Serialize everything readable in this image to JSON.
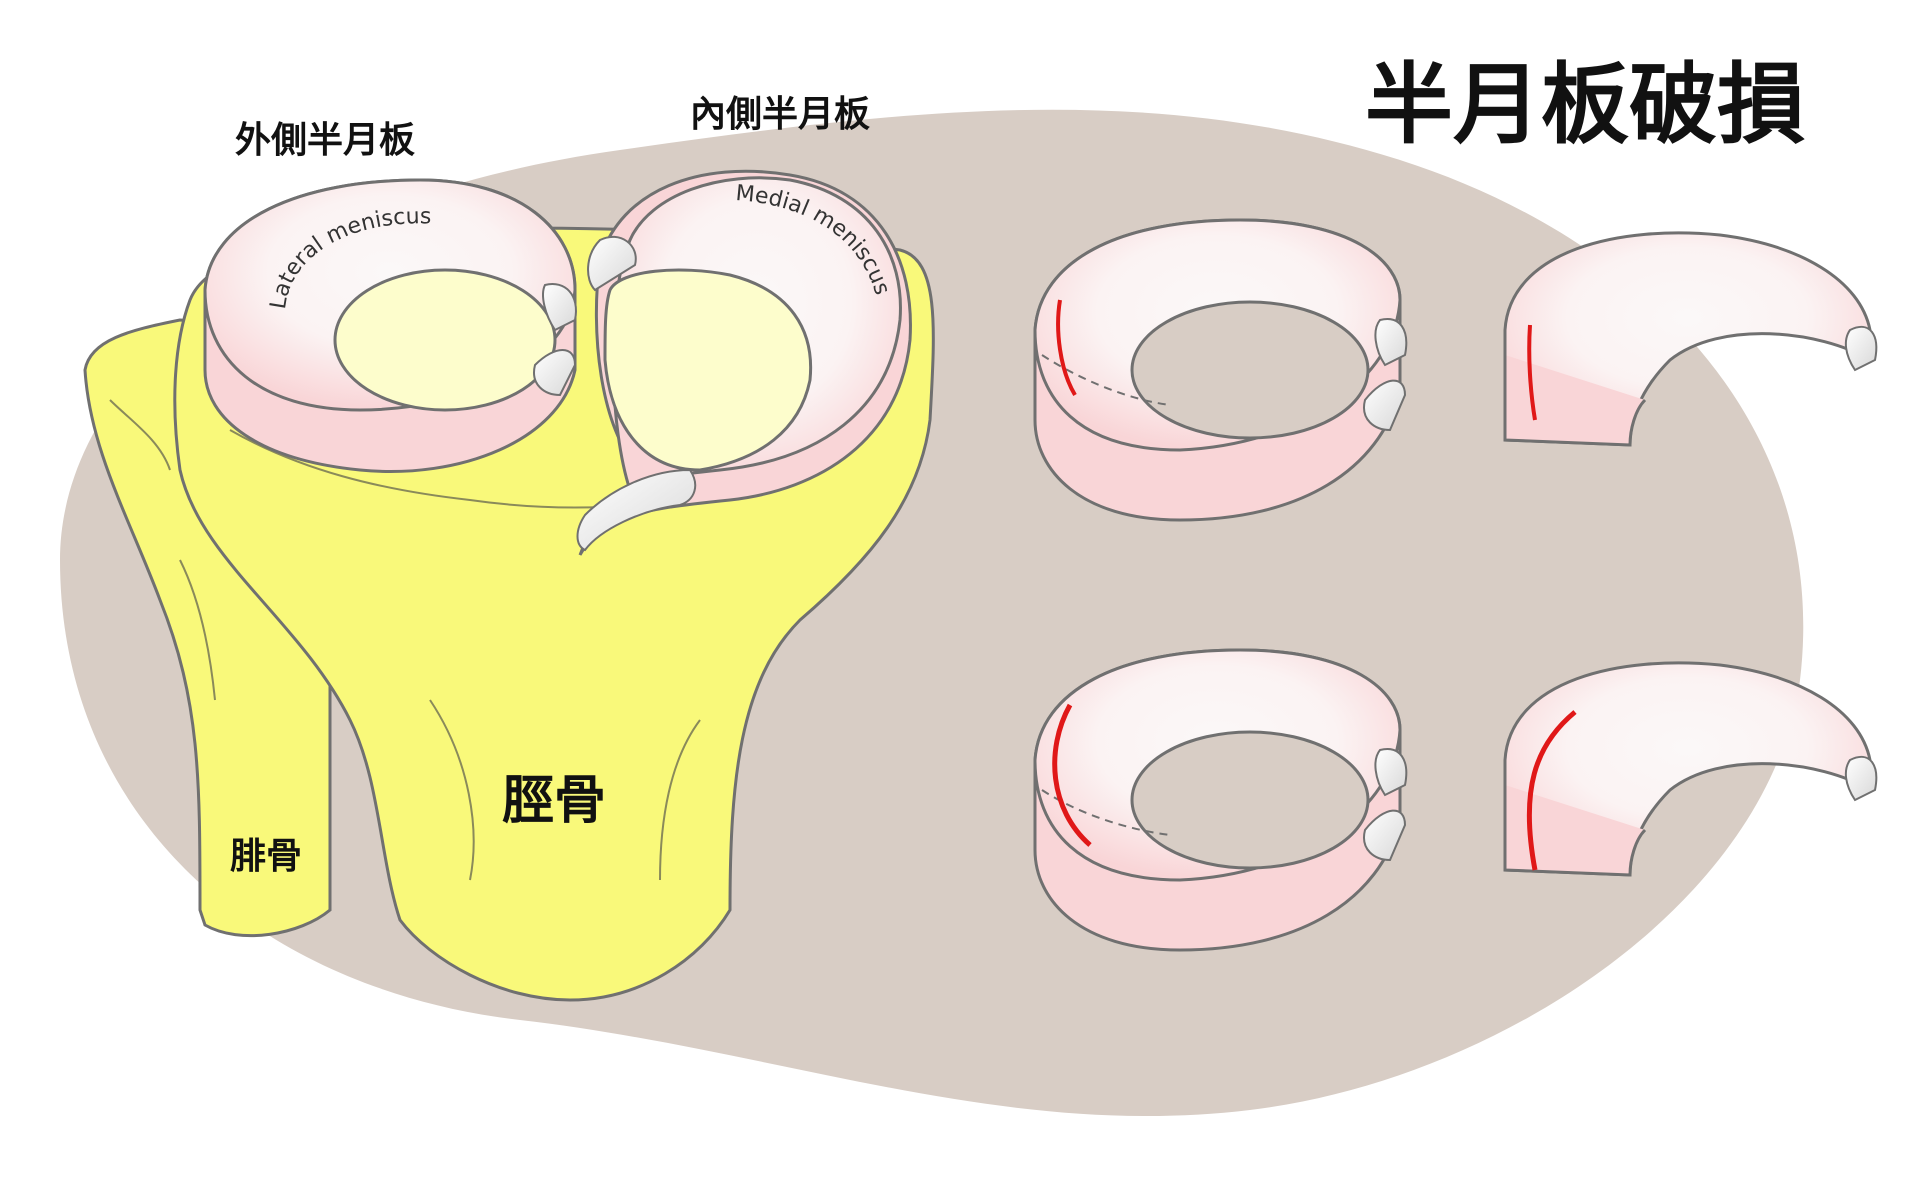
{
  "title": "半月板破損",
  "labels": {
    "lateral_meniscus_zh": "外側半月板",
    "medial_meniscus_zh": "內側半月板",
    "lateral_meniscus_en": "Lateral meniscus",
    "medial_meniscus_en": "Medial meniscus",
    "tibia": "脛骨",
    "fibula": "腓骨"
  },
  "colors": {
    "background_blob": "#d8cdc5",
    "bone": "#f9f97a",
    "bone_highlight": "#fdfdcc",
    "meniscus": "#f9d5d7",
    "meniscus_light": "#fbf8f8",
    "outline": "#707070",
    "tear": "#e01818"
  },
  "tear_illustrations": [
    {
      "shape": "full-meniscus-ring",
      "tear": "short vertical tear"
    },
    {
      "shape": "meniscus-section",
      "tear": "short vertical tear"
    },
    {
      "shape": "full-meniscus-ring",
      "tear": "long vertical tear"
    },
    {
      "shape": "meniscus-section",
      "tear": "long vertical tear"
    }
  ]
}
